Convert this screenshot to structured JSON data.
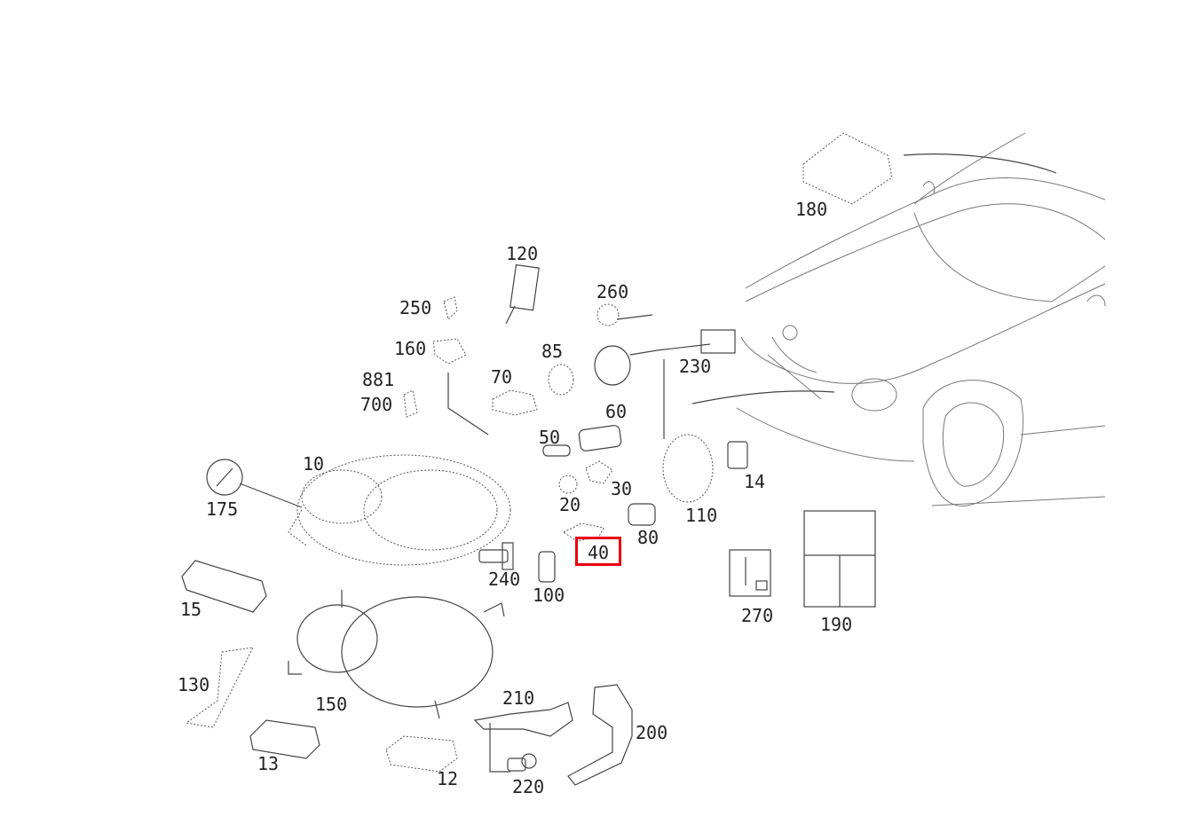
{
  "diagram": {
    "highlight_color": "#e8000b",
    "highlighted_part": "40",
    "callouts": {
      "p180": "180",
      "p120": "120",
      "p260": "260",
      "p250": "250",
      "p160": "160",
      "p85": "85",
      "p230": "230",
      "p881": "881",
      "p700": "700",
      "p70": "70",
      "p60": "60",
      "p50": "50",
      "p10": "10",
      "p175": "175",
      "p30": "30",
      "p20": "20",
      "p14": "14",
      "p110": "110",
      "p80": "80",
      "p40": "40",
      "p240": "240",
      "p100": "100",
      "p15": "15",
      "p270": "270",
      "p190": "190",
      "p130": "130",
      "p150": "150",
      "p210": "210",
      "p200": "200",
      "p13": "13",
      "p12": "12",
      "p220": "220"
    }
  }
}
